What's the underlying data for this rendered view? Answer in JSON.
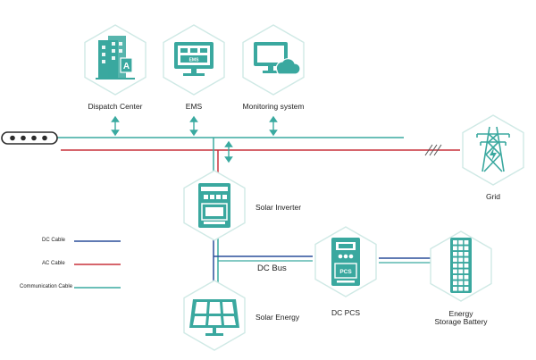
{
  "labels": {
    "dispatch_center": "Dispatch Center",
    "ems": "EMS",
    "monitoring_system": "Monitoring system",
    "grid": "Grid",
    "solar_inverter": "Solar Inverter",
    "dc_bus": "DC Bus",
    "solar_energy": "Solar Energy",
    "dc_pcs": "DC PCS",
    "energy_storage_battery_line1": "Energy",
    "energy_storage_battery_line2": "Storage Battery",
    "ems_screen_text": "EMS",
    "pcs_text": "PCS",
    "building_letter": "A"
  },
  "legend": {
    "dc_cable": "DC Cable",
    "ac_cable": "AC Cable",
    "communication_cable": "Communication Cable"
  },
  "colors": {
    "teal": "#3aa89f",
    "teal_light": "#d6efec",
    "hex_border": "#cfe9e5",
    "dc_blue": "#2a4f9a",
    "ac_red": "#c8323c",
    "comm_teal": "#3aaaa0",
    "text": "#222222"
  },
  "icons": {
    "dispatch_center": "office-building-icon",
    "ems": "ems-monitor-icon",
    "monitoring": "computer-cloud-icon",
    "grid": "transmission-tower-icon",
    "inverter": "inverter-cabinet-icon",
    "solar": "solar-panel-icon",
    "pcs": "pcs-cabinet-icon",
    "battery": "battery-rack-icon"
  }
}
